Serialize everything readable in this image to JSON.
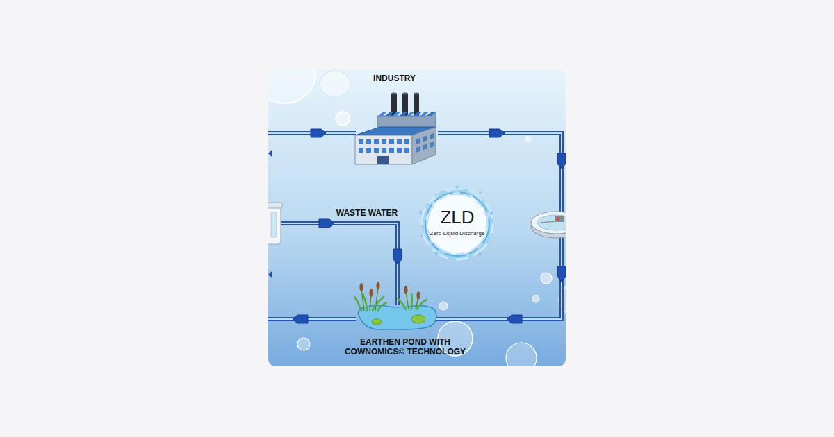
{
  "diagram": {
    "nodes": [
      {
        "text": [
          "INDUSTRY"
        ]
      },
      {
        "text": [
          "ZLD",
          "Zero-Liquid Discharge"
        ]
      },
      {
        "text": [
          "EARTHEN POND WITH COWNOMICS© TECHNOLOGY"
        ]
      }
    ],
    "edges": [
      {
        "from": 0,
        "to": 2,
        "arrow": "to"
      }
    ],
    "labels": [
      "WASTE WATER"
    ]
  }
}
